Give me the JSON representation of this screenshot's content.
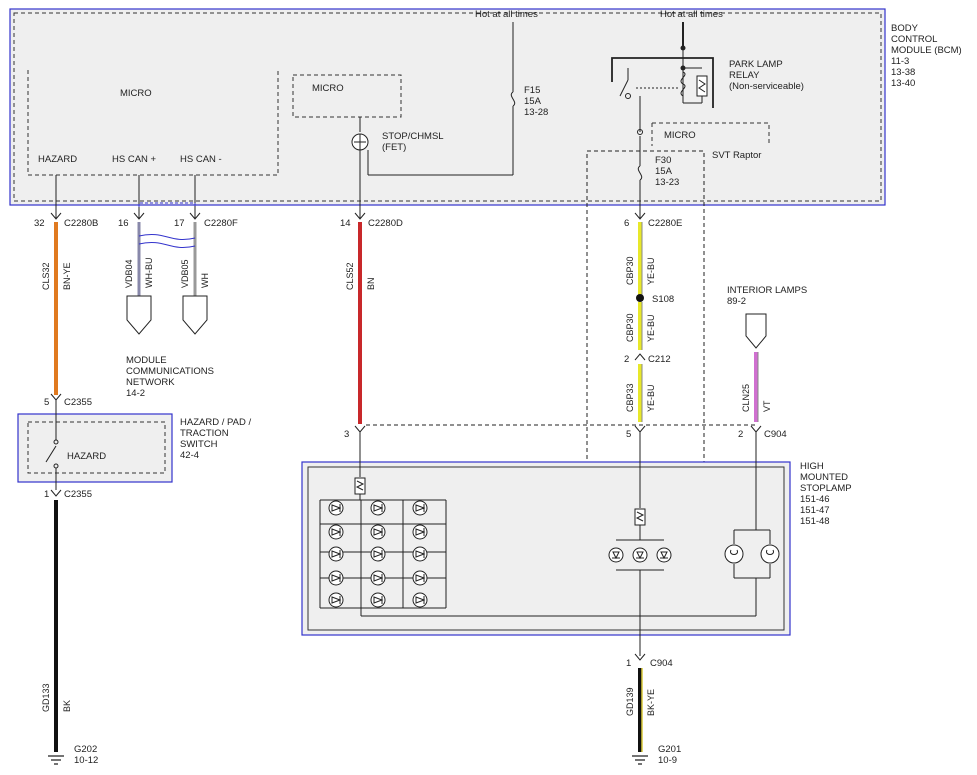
{
  "bcm": {
    "title_lines": [
      "BODY",
      "CONTROL",
      "MODULE (BCM)",
      "11-3",
      "13-38",
      "13-40"
    ],
    "micro_left": "MICRO",
    "micro_center": "MICRO",
    "micro_right": "MICRO",
    "hazard_pin": "HAZARD",
    "hs_can_plus": "HS CAN +",
    "hs_can_minus": "HS CAN -",
    "stop_chmsl": [
      "STOP/CHMSL",
      "(FET)"
    ],
    "svt_raptor": "SVT Raptor"
  },
  "power": {
    "hot1": "Hot at all times",
    "hot2": "Hot at all times",
    "f15": [
      "F15",
      "15A",
      "13-28"
    ],
    "f30": [
      "F30",
      "15A",
      "13-23"
    ],
    "relay": [
      "PARK LAMP",
      "RELAY",
      "(Non-serviceable)"
    ]
  },
  "connectors": {
    "c32": "32",
    "c2280b": "C2280B",
    "c16": "16",
    "c17": "17",
    "c2280f": "C2280F",
    "c14": "14",
    "c2280d": "C2280D",
    "c6": "6",
    "c2280e": "C2280E",
    "s108": "S108",
    "c2": "2",
    "c212": "C212",
    "c5a": "5",
    "c2355a": "C2355",
    "c1a": "1",
    "c2355b": "C2355",
    "c3": "3",
    "c5b": "5",
    "c2b": "2",
    "c904a": "C904",
    "c1b": "1",
    "c904b": "C904"
  },
  "wires": {
    "cls32": "CLS32",
    "bnye": "BN-YE",
    "vdb04": "VDB04",
    "whbu": "WH-BU",
    "vdb05": "VDB05",
    "wh": "WH",
    "cls52": "CLS52",
    "bn": "BN",
    "cbp30a": "CBP30",
    "yebu_a": "YE-BU",
    "cbp30b": "CBP30",
    "yebu_b": "YE-BU",
    "cbp33": "CBP33",
    "yebu_c": "YE-BU",
    "cln25": "CLN25",
    "vt": "VT",
    "gd133": "GD133",
    "bk": "BK",
    "gd139": "GD139",
    "bkye": "BK-YE"
  },
  "labels": {
    "mcn": [
      "MODULE",
      "COMMUNICATIONS",
      "NETWORK",
      "14-2"
    ],
    "interior": [
      "INTERIOR LAMPS",
      "89-2"
    ],
    "hazard_switch": [
      "HAZARD / PAD /",
      "TRACTION",
      "SWITCH",
      "42-4"
    ],
    "hazard_inner": "HAZARD",
    "hmsl": [
      "HIGH",
      "MOUNTED",
      "STOPLAMP",
      "151-46",
      "151-47",
      "151-48"
    ],
    "g202": [
      "G202",
      "10-12"
    ],
    "g201": [
      "G201",
      "10-9"
    ]
  },
  "colors": {
    "orange": "#e07a20",
    "red": "#c8282a",
    "yellow": "#e8e82a",
    "violet": "#d070d0",
    "black": "#111111",
    "bk_ye": "#d8c83a",
    "blue_box": "#3333cc",
    "panel": "#efefef"
  }
}
